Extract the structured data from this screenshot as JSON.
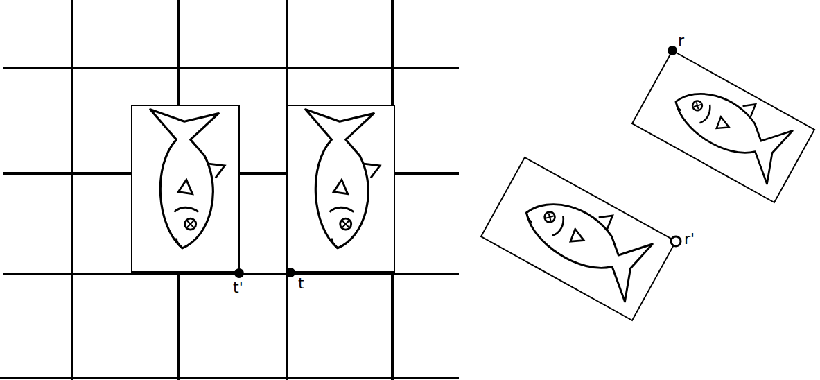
{
  "diagram": {
    "labels": [
      "t'",
      "t",
      "r",
      "r'"
    ]
  }
}
